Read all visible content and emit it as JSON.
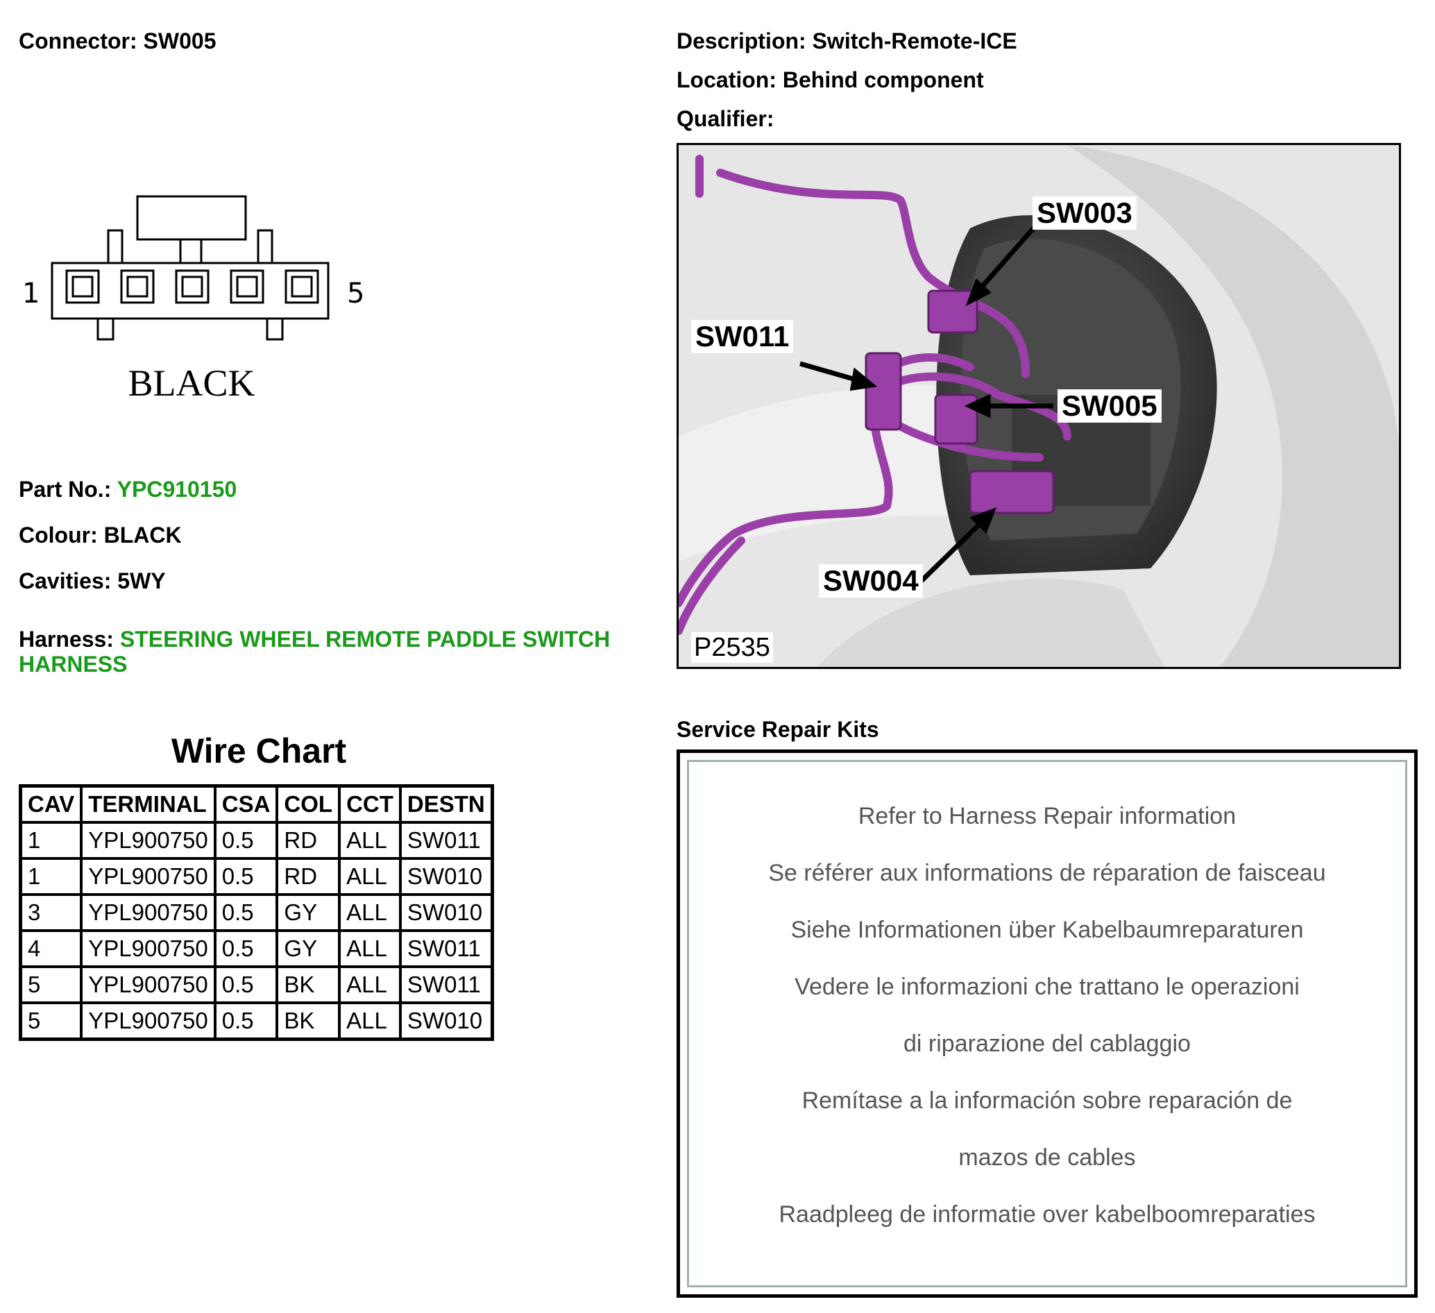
{
  "connector": {
    "label": "Connector:",
    "value": "SW005"
  },
  "description": {
    "label": "Description:",
    "value": "Switch-Remote-ICE"
  },
  "location": {
    "label": "Location:",
    "value": "Behind component"
  },
  "qualifier": {
    "label": "Qualifier:",
    "value": ""
  },
  "diagram": {
    "pin_left": "1",
    "pin_right": "5",
    "colour_label": "BLACK"
  },
  "part_no": {
    "label": "Part No.:",
    "value": "YPC910150"
  },
  "colour": {
    "label": "Colour:",
    "value": "BLACK"
  },
  "cavities": {
    "label": "Cavities:",
    "value": "5WY"
  },
  "harness": {
    "label": "Harness:",
    "line1": "STEERING WHEEL REMOTE PADDLE SWITCH",
    "line2": "HARNESS"
  },
  "wire_chart": {
    "title": "Wire Chart",
    "columns": [
      "CAV",
      "TERMINAL",
      "CSA",
      "COL",
      "CCT",
      "DESTN"
    ],
    "rows": [
      [
        "1",
        "YPL900750",
        "0.5",
        "RD",
        "ALL",
        "SW011"
      ],
      [
        "1",
        "YPL900750",
        "0.5",
        "RD",
        "ALL",
        "SW010"
      ],
      [
        "3",
        "YPL900750",
        "0.5",
        "GY",
        "ALL",
        "SW010"
      ],
      [
        "4",
        "YPL900750",
        "0.5",
        "GY",
        "ALL",
        "SW011"
      ],
      [
        "5",
        "YPL900750",
        "0.5",
        "BK",
        "ALL",
        "SW011"
      ],
      [
        "5",
        "YPL900750",
        "0.5",
        "BK",
        "ALL",
        "SW010"
      ]
    ]
  },
  "photo": {
    "callouts": [
      "SW003",
      "SW011",
      "SW005",
      "SW004"
    ],
    "code": "P2535"
  },
  "service_repair_kits": {
    "title": "Service Repair Kits",
    "lines": [
      "Refer to Harness Repair information",
      "Se référer aux informations de réparation de faisceau",
      "Siehe Informationen über Kabelbaumreparaturen",
      "Vedere le informazioni che trattano le operazioni",
      "di riparazione del cablaggio",
      "Remítase a la información sobre reparación de",
      "mazos de cables",
      "Raadpleeg de informatie over kabelboomreparaties"
    ]
  },
  "colors": {
    "green": "#1a9a1a",
    "harness_wire": "#9b3fa8",
    "kits_text": "#555555"
  }
}
